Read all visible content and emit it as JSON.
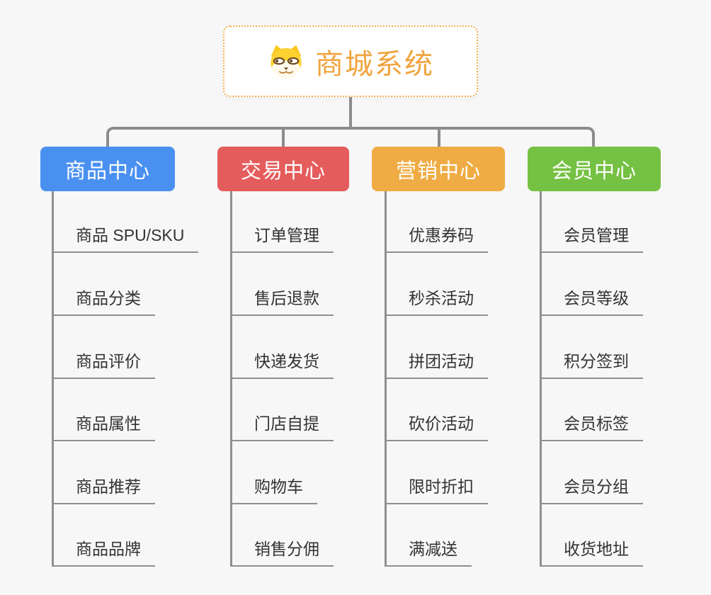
{
  "root": {
    "title": "商城系统",
    "icon": "shiba-dog-icon",
    "title_color": "#f0a43e",
    "border_color": "#f5b14a"
  },
  "connector_color": "#8c8c8c",
  "branches": [
    {
      "label": "商品中心",
      "color": "#4a90f0",
      "children": [
        "商品 SPU/SKU",
        "商品分类",
        "商品评价",
        "商品属性",
        "商品推荐",
        "商品品牌"
      ]
    },
    {
      "label": "交易中心",
      "color": "#e55c5c",
      "children": [
        "订单管理",
        "售后退款",
        "快递发货",
        "门店自提",
        "购物车",
        "销售分佣"
      ]
    },
    {
      "label": "营销中心",
      "color": "#efac44",
      "children": [
        "优惠券码",
        "秒杀活动",
        "拼团活动",
        "砍价活动",
        "限时折扣",
        "满减送"
      ]
    },
    {
      "label": "会员中心",
      "color": "#75c143",
      "children": [
        "会员管理",
        "会员等级",
        "积分签到",
        "会员标签",
        "会员分组",
        "收货地址"
      ]
    }
  ]
}
